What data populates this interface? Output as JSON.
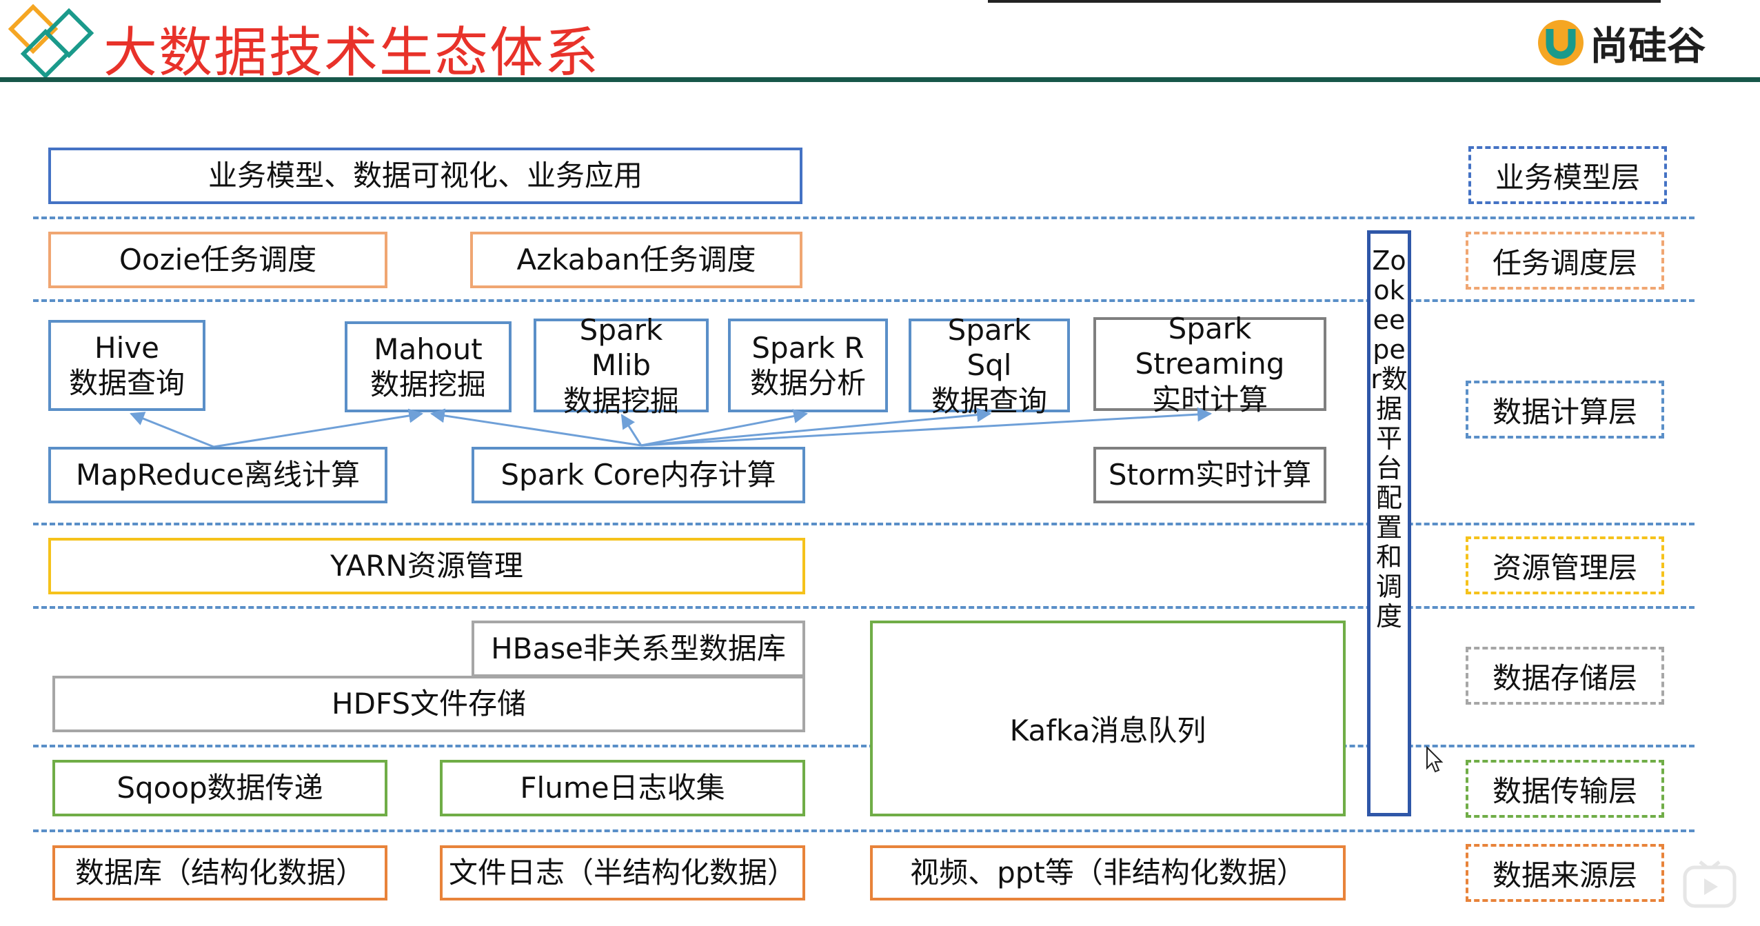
{
  "header": {
    "title": "大数据技术生态体系",
    "brand": "尚硅谷",
    "colors": {
      "title": "#e8322a",
      "rule": "#17574a",
      "logo_teal": "#1a9a8b",
      "logo_orange": "#f5a623"
    }
  },
  "boxes": {
    "business_app": "业务模型、数据可视化、业务应用",
    "oozie": "Oozie任务调度",
    "azkaban": "Azkaban任务调度",
    "hive": "Hive\n数据查询",
    "mahout": "Mahout\n数据挖掘",
    "spark_mlib": "Spark\nMlib\n数据挖掘",
    "spark_r": "Spark R\n数据分析",
    "spark_sql": "Spark\nSql\n数据查询",
    "spark_streaming": "Spark\nStreaming\n实时计算",
    "mapreduce": "MapReduce离线计算",
    "spark_core": "Spark Core内存计算",
    "storm": "Storm实时计算",
    "yarn": "YARN资源管理",
    "hbase": "HBase非关系型数据库",
    "hdfs": "HDFS文件存储",
    "kafka": "Kafka消息队列",
    "sqoop": "Sqoop数据传递",
    "flume": "Flume日志收集",
    "db_source": "数据库（结构化数据）",
    "log_source": "文件日志（半结构化数据）",
    "media_source": "视频、ppt等（非结构化数据）"
  },
  "zookeeper": "Zookeeper数据平台配置和调度",
  "layers": {
    "business": "业务模型层",
    "scheduling": "任务调度层",
    "compute": "数据计算层",
    "resource": "资源管理层",
    "storage": "数据存储层",
    "transport": "数据传输层",
    "source": "数据来源层"
  },
  "colors": {
    "blue": "#5a8fc8",
    "orange": "#f0a672",
    "gray": "#7f7f7f",
    "yellow": "#f5c21b",
    "green": "#70ad47",
    "dark_orange": "#e8833a",
    "zookeeper_border": "#2f57a8",
    "arrow": "#6fa0d8"
  }
}
